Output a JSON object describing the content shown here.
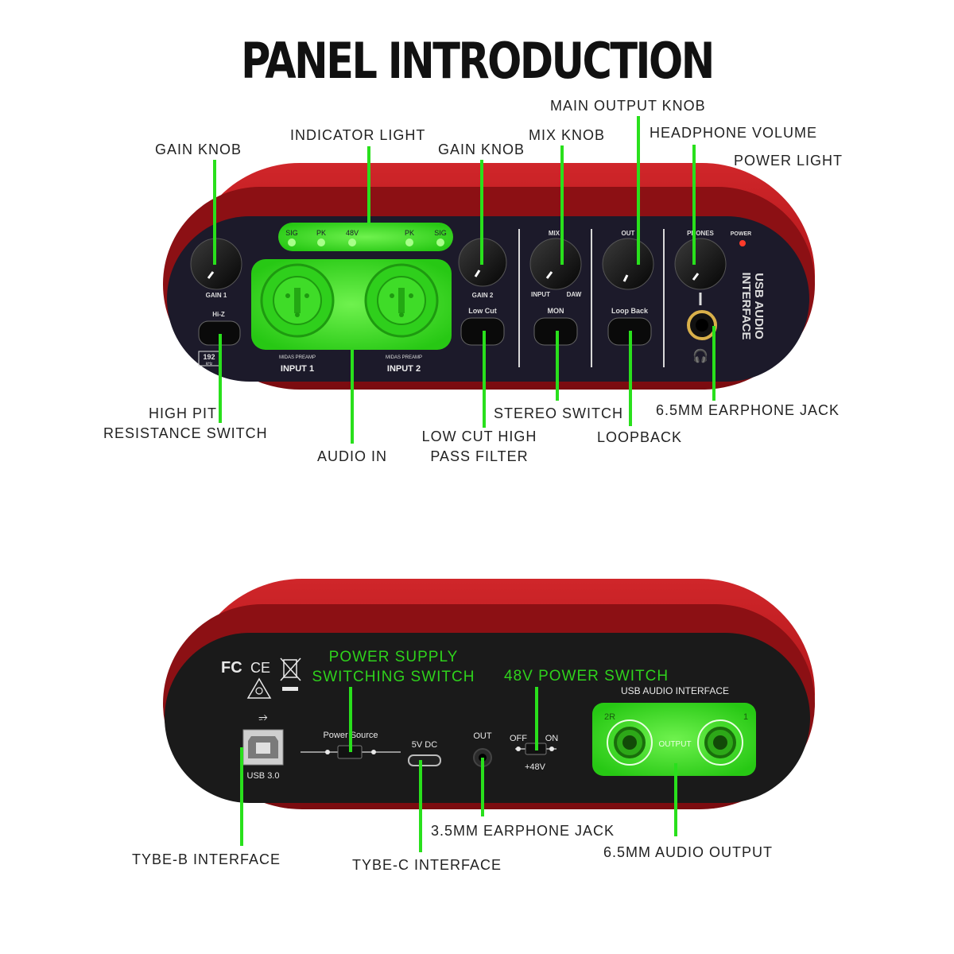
{
  "title": "PANEL INTRODUCTION",
  "front_labels": {
    "gain_knob_1": "GAIN KNOB",
    "indicator_light": "INDICATOR LIGHT",
    "gain_knob_2": "GAIN KNOB",
    "mix_knob": "MIX KNOB",
    "main_output_knob": "MAIN OUTPUT KNOB",
    "headphone_volume": "HEADPHONE VOLUME",
    "power_light": "POWER LIGHT",
    "high_pit_line1": "HIGH PIT",
    "high_pit_line2": "RESISTANCE SWITCH",
    "audio_in": "AUDIO IN",
    "low_cut_line1": "LOW CUT HIGH",
    "low_cut_line2": "PASS FILTER",
    "stereo_switch": "STEREO SWITCH",
    "loopback": "LOOPBACK",
    "earphone_jack_65": "6.5MM EARPHONE JACK"
  },
  "front_panel": {
    "leds": [
      "SIG",
      "PK",
      "48V",
      "PK",
      "SIG"
    ],
    "gain1": "GAIN 1",
    "hiz": "Hi-Z",
    "badge_top": "192",
    "badge_bottom": "kHz",
    "preamp1": "MIDAS PREAMP",
    "preamp2": "MIDAS PREAMP",
    "input1": "INPUT 1",
    "input2": "INPUT 2",
    "gain2": "GAIN 2",
    "low_cut": "Low Cut",
    "mix": "MIX",
    "mix_left": "INPUT",
    "mix_right": "DAW",
    "mon": "MON",
    "out": "OUT",
    "loop_back": "Loop Back",
    "phones": "PHONES",
    "power": "POWER",
    "side_line1": "USB AUDIO",
    "side_line2": "INTERFACE",
    "colors": {
      "shell": "#b3171b",
      "panel": "#1c1a2a",
      "highlight": "#35e020"
    }
  },
  "back_labels": {
    "power_supply_line1": "POWER SUPPLY",
    "power_supply_line2": "SWITCHING SWITCH",
    "switch_48v": "48V POWER SWITCH",
    "typeb": "TYBE-B INTERFACE",
    "typec": "TYBE-C INTERFACE",
    "earphone_jack_35": "3.5MM EARPHONE JACK",
    "audio_output_65": "6.5MM AUDIO OUTPUT"
  },
  "back_panel": {
    "cert_fc": "FC",
    "cert_ce": "CE",
    "usb_label": "USB 3.0",
    "power_source": "Power Source",
    "dc": "5V DC",
    "out": "OUT",
    "off": "OFF",
    "on": "ON",
    "plus48": "+48V",
    "usb_audio_interface": "USB AUDIO INTERFACE",
    "output_2r": "2R",
    "output_1": "1",
    "output": "OUTPUT"
  }
}
